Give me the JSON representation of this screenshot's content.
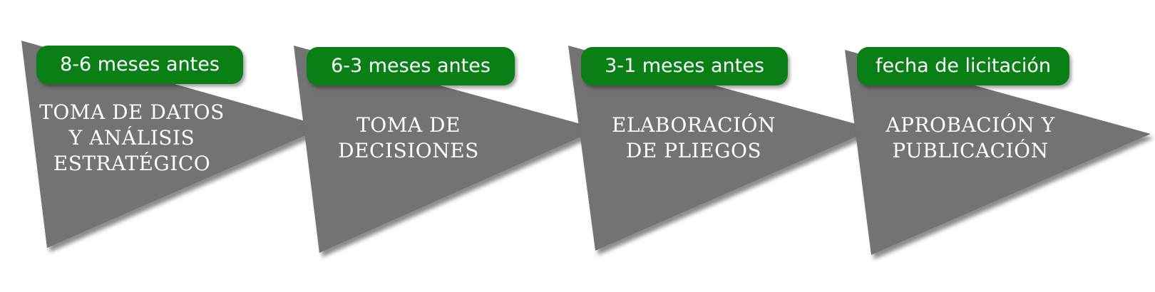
{
  "colors": {
    "triangle_fill": "#737373",
    "badge_fill": "#0a7f16",
    "text": "#ffffff"
  },
  "stages": [
    {
      "timing": "8-6 meses antes",
      "title": "TOMA DE DATOS\nY ANÁLISIS\nESTRATÉGICO"
    },
    {
      "timing": "6-3 meses antes",
      "title": "TOMA DE\nDECISIONES"
    },
    {
      "timing": "3-1 meses antes",
      "title": "ELABORACIÓN\nDE PLIEGOS"
    },
    {
      "timing": "fecha de licitación",
      "title": "APROBACIÓN Y\nPUBLICACIÓN"
    }
  ]
}
